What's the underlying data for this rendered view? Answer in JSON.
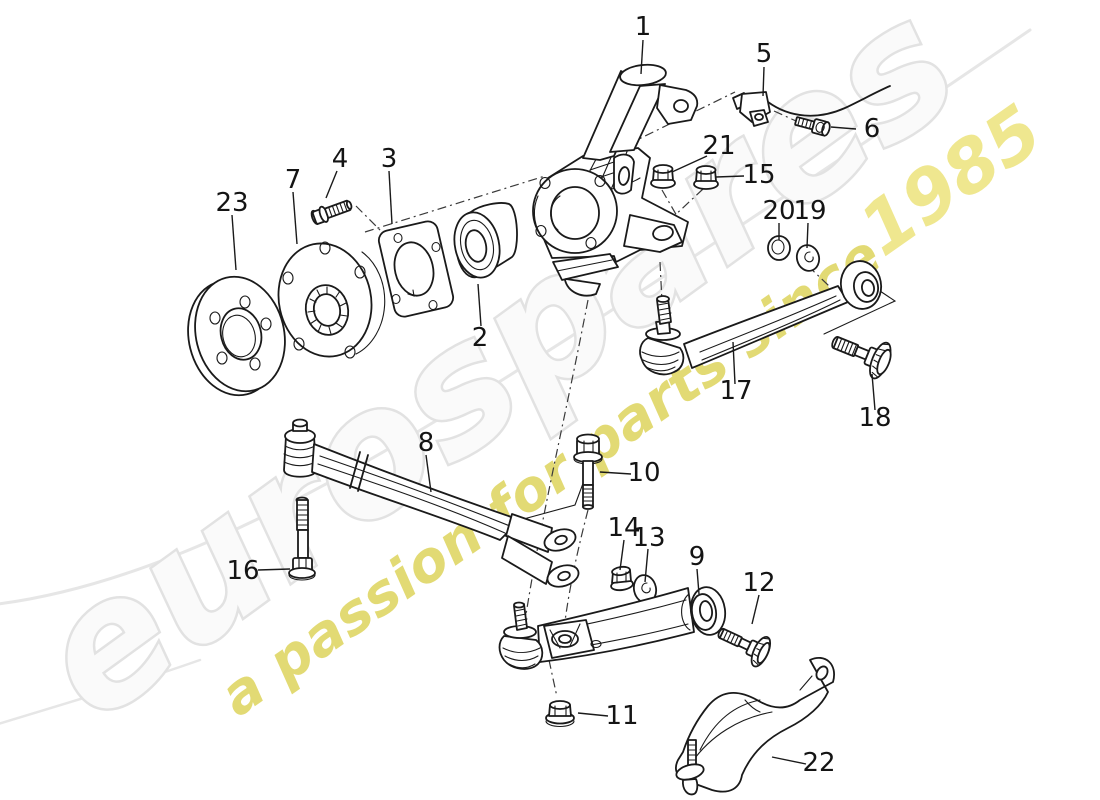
{
  "watermark": {
    "brand": "eurospares",
    "slogan": "a passion for parts since",
    "year": "1985"
  },
  "colors": {
    "line": "#1a1a1a",
    "watermark_gray_fill": "#fafafa",
    "watermark_gray_stroke": "#e2e2e2",
    "watermark_yellow": "#ded45c",
    "watermark_year_yellow": "#efe78f",
    "swoosh_gray": "#e6e6e6"
  },
  "callouts": {
    "c1": "1",
    "c2": "2",
    "c3": "3",
    "c4": "4",
    "c5": "5",
    "c6": "6",
    "c7": "7",
    "c8": "8",
    "c9": "9",
    "c10": "10",
    "c11": "11",
    "c12": "12",
    "c13": "13",
    "c14": "14",
    "c15": "15",
    "c16": "16",
    "c17": "17",
    "c18": "18",
    "c19": "19",
    "c20": "20",
    "c21": "21",
    "c22": "22",
    "c23": "23"
  }
}
